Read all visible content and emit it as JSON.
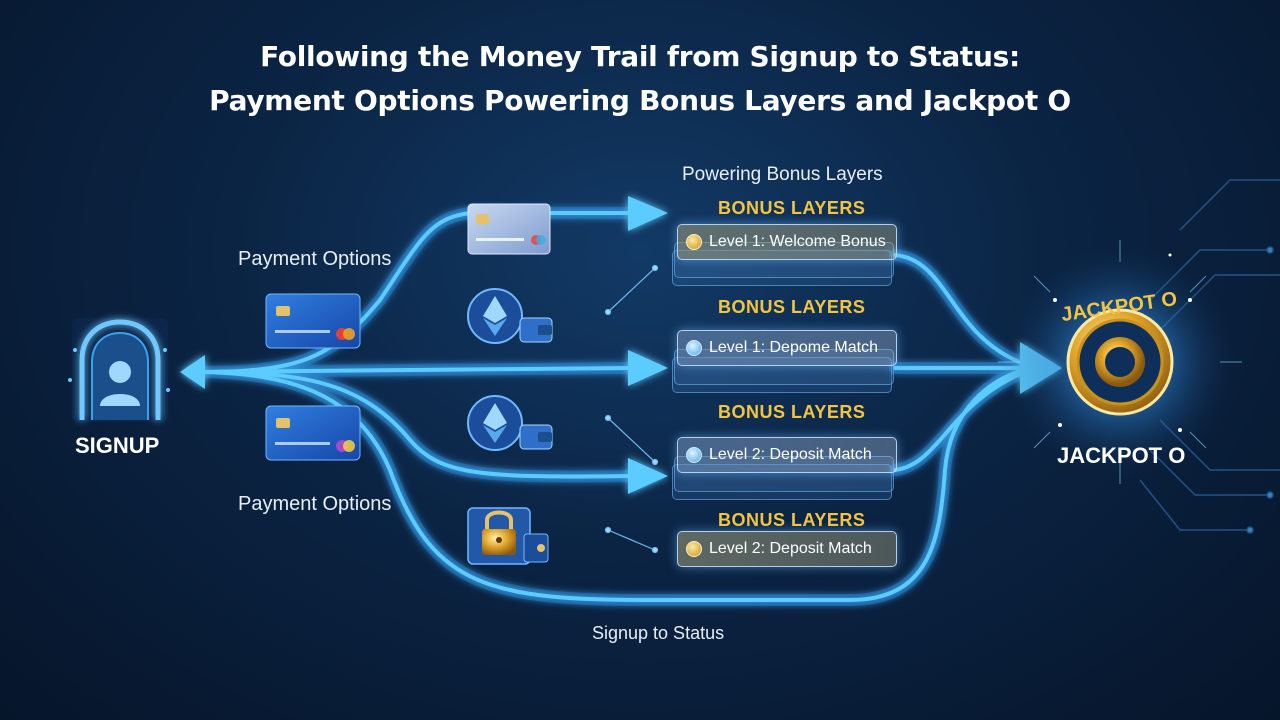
{
  "title": {
    "line1": "Following the Money Trail from Signup to Status:",
    "line2": "Payment Options Powering Bonus Layers and Jackpot O"
  },
  "signup": {
    "label": "SIGNUP",
    "icon": "user-shield-icon"
  },
  "payment_labels": [
    "Payment Options",
    "Payment Options"
  ],
  "powering_header": "Powering Bonus Layers",
  "bonus_groups": [
    {
      "title": "BONUS LAYERS",
      "level": "Level 1: Welcome Bonus",
      "icon": "gold-coin-icon"
    },
    {
      "title": "BONUS LAYERS",
      "level": "Level 1: Depome Match",
      "icon": "blue-coin-icon"
    },
    {
      "title": "BONUS LAYERS",
      "level": "Level 2: Deposit Match",
      "icon": "blue-coin-icon"
    },
    {
      "title": "BONUS LAYERS",
      "level": "Level 2: Deposit Match",
      "icon": "gold-coin-icon"
    }
  ],
  "jackpot": {
    "arc_text": "JACKPOT O",
    "label": "JACKPOT O",
    "symbol": "O"
  },
  "bottom_label": "Signup to Status",
  "payment_icons": [
    "credit-card-icon",
    "credit-card-icon",
    "silver-card-icon",
    "ethereum-wallet-icon",
    "ethereum-wallet-icon",
    "padlock-icon"
  ],
  "colors": {
    "flow": "#3fb4ff",
    "gold": "#f5c542",
    "background": "#0b2444"
  }
}
